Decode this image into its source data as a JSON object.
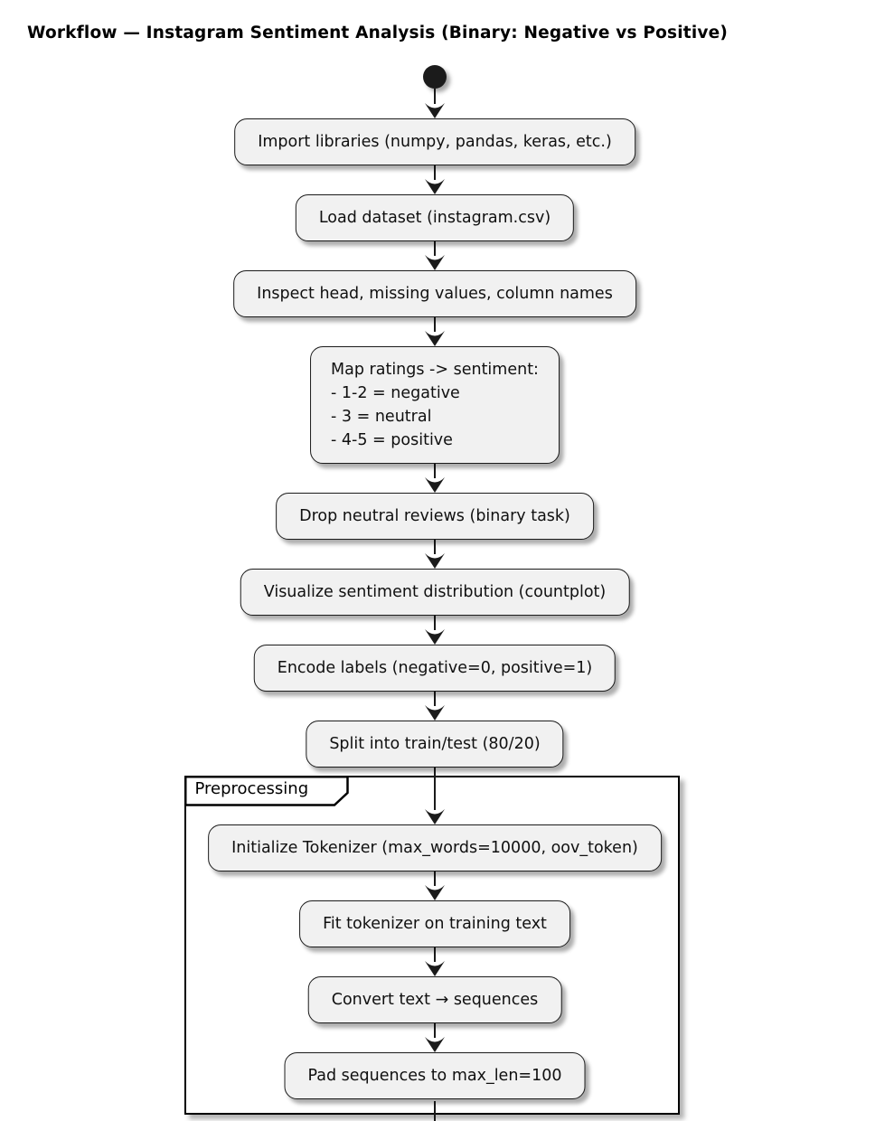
{
  "title": "Workflow — Instagram Sentiment Analysis (Binary: Negative vs Positive)",
  "flow": [
    {
      "label": "Import libraries (numpy, pandas, keras, etc.)"
    },
    {
      "label": "Load dataset (instagram.csv)"
    },
    {
      "label": "Inspect head, missing values, column names"
    },
    {
      "label": "Map ratings -> sentiment:\n- 1-2 = negative\n- 3 = neutral\n- 4-5 = positive"
    },
    {
      "label": "Drop neutral reviews (binary task)"
    },
    {
      "label": "Visualize sentiment distribution (countplot)"
    },
    {
      "label": "Encode labels (negative=0, positive=1)"
    },
    {
      "label": "Split into train/test (80/20)"
    }
  ],
  "partition": {
    "label": "Preprocessing",
    "steps": [
      {
        "label": "Initialize Tokenizer (max_words=10000, oov_token)"
      },
      {
        "label": "Fit tokenizer on training text"
      },
      {
        "label": "Convert text → sequences"
      },
      {
        "label": "Pad sequences to max_len=100"
      }
    ]
  },
  "icons": {
    "start": "filled-circle",
    "connector": "arrowhead-down"
  },
  "colors": {
    "background": "#FFFFFF",
    "activity_fill": "#F1F1F1",
    "activity_border": "#1B1B1B",
    "line": "#1B1B1B",
    "partition_border": "#000000",
    "title_text": "#000000"
  }
}
